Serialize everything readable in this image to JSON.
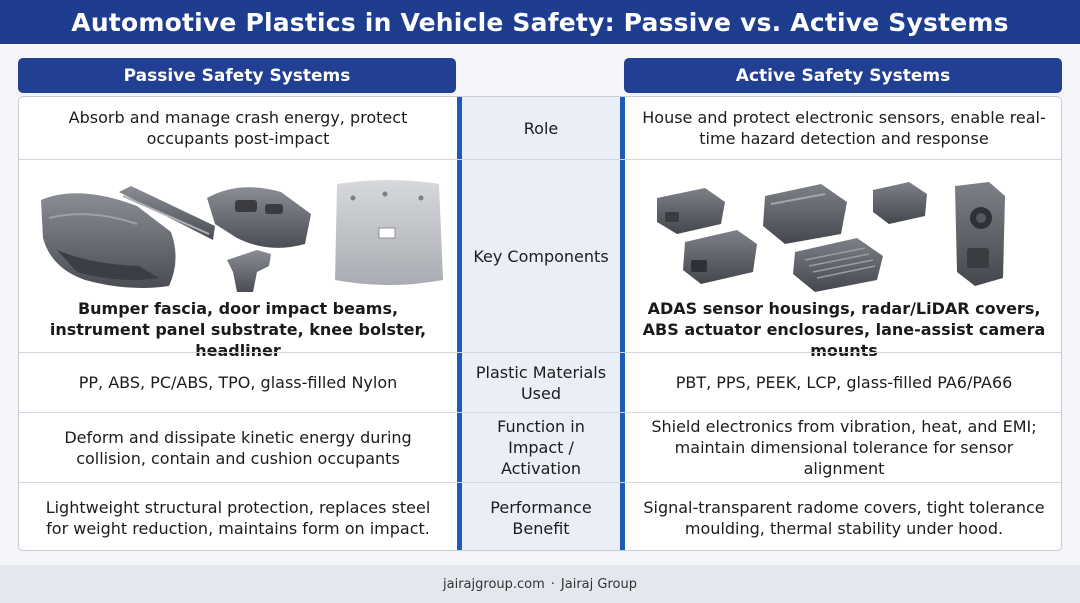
{
  "title": "Automotive Plastics in Vehicle Safety: Passive vs. Active Systems",
  "headers": {
    "passive": "Passive Safety Systems",
    "active": "Active Safety Systems"
  },
  "rows": [
    {
      "label": "Role",
      "passive": "Absorb and manage crash energy, protect occupants post-impact",
      "active": "House and protect electronic sensors, enable real-time hazard detection and response"
    },
    {
      "label": "Key Components",
      "passive": "Bumper fascia, door impact beams, instrument panel substrate, knee bolster, headliner",
      "active": "ADAS sensor housings, radar/LiDAR covers, ABS actuator enclosures, lane-assist camera mounts"
    },
    {
      "label": "Plastic Materials Used",
      "passive": "PP, ABS, PC/ABS, TPO, glass-filled Nylon",
      "active": "PBT, PPS, PEEK, LCP, glass-filled PA6/PA66"
    },
    {
      "label": "Function in Impact / Activation",
      "passive": "Deform and dissipate kinetic energy during collision, contain and cushion occupants",
      "active": "Shield electronics from vibration, heat, and EMI; maintain dimensional tolerance for sensor alignment"
    },
    {
      "label": "Performance Benefit",
      "passive": "Lightweight structural protection, replaces steel for weight reduction, maintains form on impact.",
      "active": "Signal-transparent radome covers, tight tolerance moulding, thermal stability under hood."
    }
  ],
  "footer": {
    "site": "jairajgroup.com",
    "separator": "·",
    "brand": "Jairaj Group"
  },
  "colors": {
    "title_bg": "#1f3d8f",
    "header_bg": "#213f93",
    "accent_bar": "#1e5ab8",
    "mid_bg": "#e9eef7"
  }
}
